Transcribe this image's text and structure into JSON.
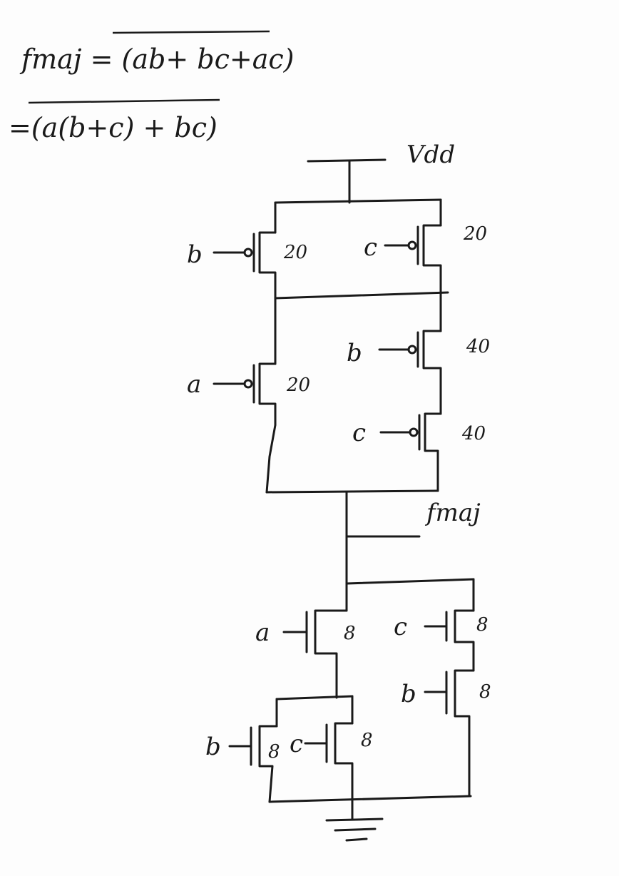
{
  "equations": {
    "line1": "fmaj = (ab+ bc+ac)",
    "line2": "=(a(b+c) + bc)"
  },
  "nodes": {
    "vdd": "Vdd",
    "output": "fmaj"
  },
  "pmos": [
    {
      "gate": "b",
      "size": "20"
    },
    {
      "gate": "c",
      "size": "20"
    },
    {
      "gate": "a",
      "size": "20"
    },
    {
      "gate": "b",
      "size": "40"
    },
    {
      "gate": "c",
      "size": "40"
    }
  ],
  "nmos": [
    {
      "gate": "a",
      "size": "8"
    },
    {
      "gate": "c",
      "size": "8"
    },
    {
      "gate": "b",
      "size": "8"
    },
    {
      "gate": "b",
      "size": "8"
    },
    {
      "gate": "c",
      "size": "8"
    }
  ]
}
